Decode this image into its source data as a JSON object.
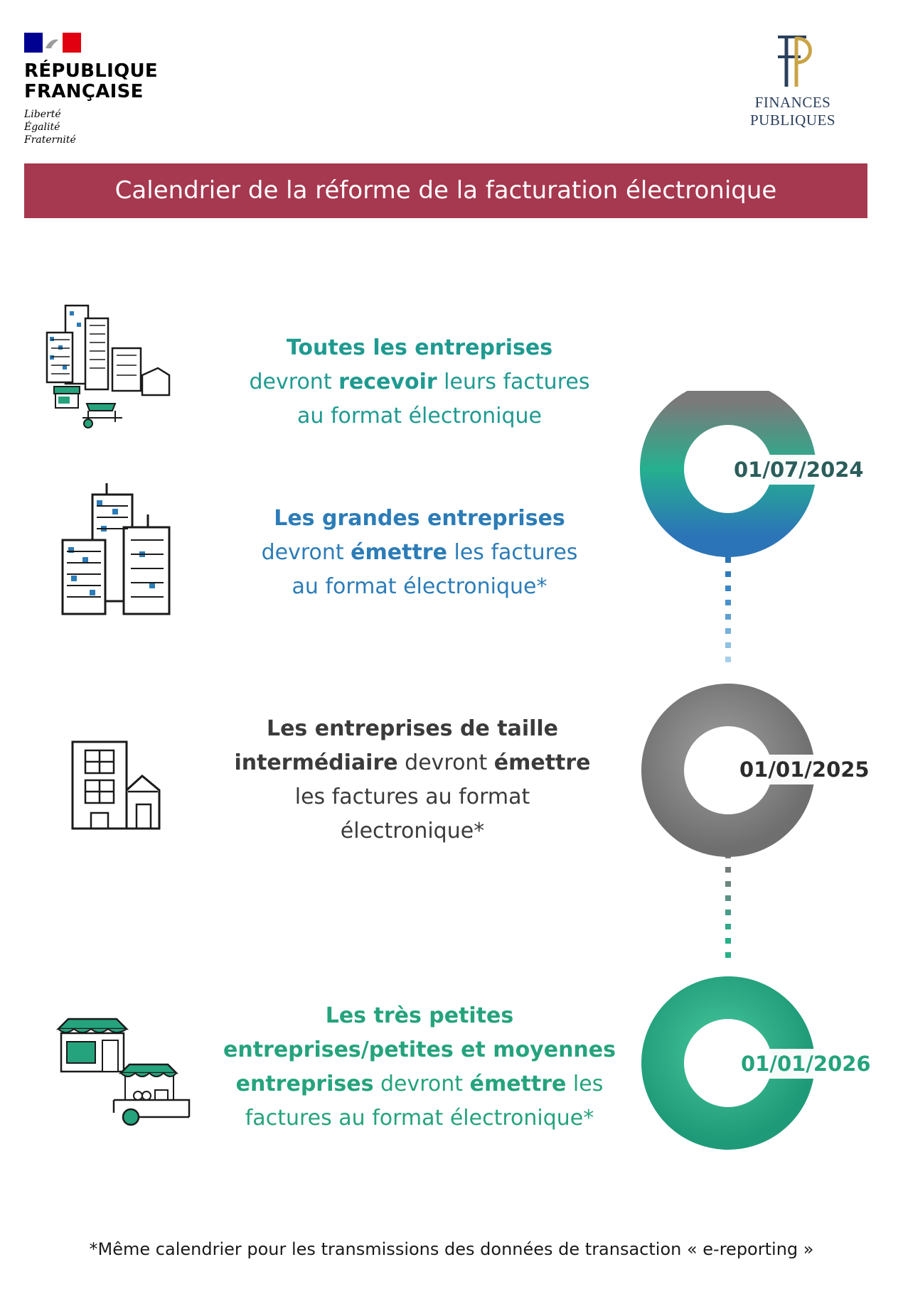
{
  "header": {
    "rf_line1": "RÉPUBLIQUE",
    "rf_line2": "FRANÇAISE",
    "motto": [
      "Liberté",
      "Égalité",
      "Fraternité"
    ],
    "fp_name": "FINANCES PUBLIQUES"
  },
  "banner": {
    "title": "Calendrier de la réforme de la facturation électronique"
  },
  "timeline": {
    "dates": [
      "01/07/2024",
      "01/01/2025",
      "01/01/2026"
    ],
    "colors": {
      "teal": "#1f9a90",
      "blue": "#2c7cb7",
      "gray": "#3b3b3b",
      "green": "#25a37d",
      "banner": "#a6384f"
    }
  },
  "statements": {
    "s1": {
      "l1": "Toutes les entreprises",
      "l2a": "devront ",
      "l2b": "recevoir",
      "l2c": " leurs factures",
      "l3": "au format électronique"
    },
    "s2": {
      "l1": "Les grandes entreprises",
      "l2a": "devront ",
      "l2b": "émettre",
      "l2c": " les factures",
      "l3": "au format électronique*"
    },
    "s3": {
      "l1": "Les entreprises de taille",
      "l2a": "intermédiaire",
      "l2b": " devront ",
      "l2c": "émettre",
      "l3": "les factures au format",
      "l4": "électronique*"
    },
    "s4": {
      "l1": "Les très petites",
      "l2": "entreprises/petites et moyennes",
      "l3a": "entreprises",
      "l3b": " devront ",
      "l3c": "émettre",
      "l3d": " les",
      "l4": "factures au format électronique*"
    }
  },
  "footnote": "*Même calendrier pour les transmissions des données de transaction « e-reporting »"
}
